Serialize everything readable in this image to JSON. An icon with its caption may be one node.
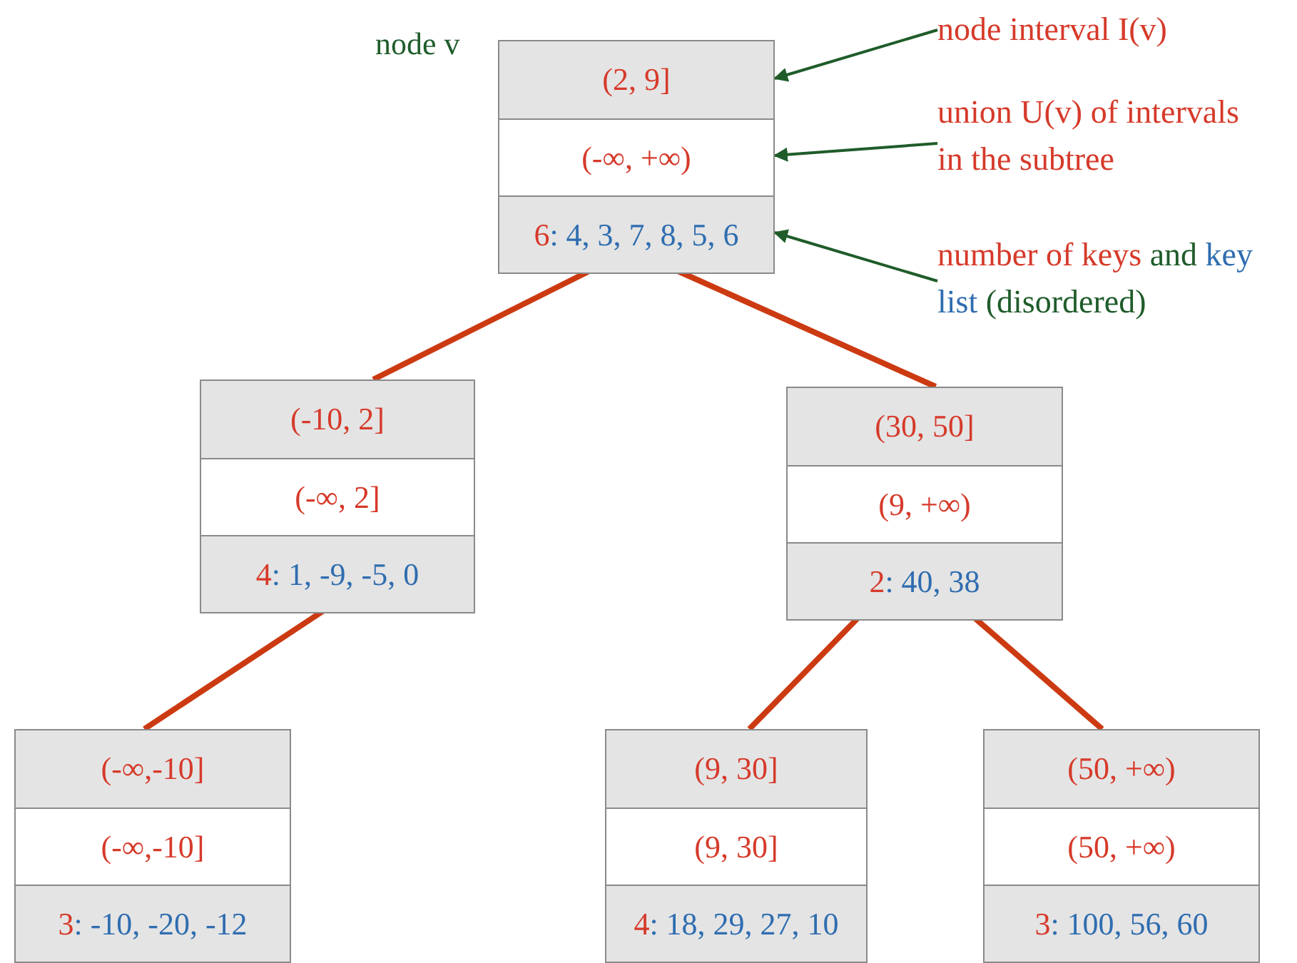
{
  "diagram": {
    "nodes": [
      {
        "text": [],
        "shape": "box",
        "beside": [
          "node v"
        ]
      },
      {
        "text": [
          "(2, 9]"
        ],
        "in": 0
      },
      {
        "text": [
          "(-∞, +∞)"
        ],
        "in": 0
      },
      {
        "text": [
          "6: 4, 3, 7, 8, 5, 6"
        ],
        "in": 0
      },
      {
        "text": [
          "node interval I(v)"
        ]
      },
      {
        "text": [
          "union U(v) of intervals in the subtree"
        ]
      },
      {
        "text": [
          "number of keys",
          "and",
          "key list",
          "(disordered)"
        ]
      },
      {
        "text": [],
        "shape": "box"
      },
      {
        "text": [
          "(-10, 2]"
        ],
        "in": 7
      },
      {
        "text": [
          "(-∞, 2]"
        ],
        "in": 7
      },
      {
        "text": [
          "4: 1, -9, -5, 0"
        ],
        "in": 7
      },
      {
        "text": [],
        "shape": "box"
      },
      {
        "text": [
          "(30, 50]"
        ],
        "in": 11
      },
      {
        "text": [
          "(9, +∞)"
        ],
        "in": 11
      },
      {
        "text": [
          "2: 40, 38"
        ],
        "in": 11
      },
      {
        "text": [],
        "shape": "box"
      },
      {
        "text": [
          "(-∞,-10]"
        ],
        "in": 15
      },
      {
        "text": [
          "(-∞,-10]"
        ],
        "in": 15
      },
      {
        "text": [
          "3: -10, -20, -12"
        ],
        "in": 15
      },
      {
        "text": [],
        "shape": "box"
      },
      {
        "text": [
          "(9, 30]"
        ],
        "in": 19
      },
      {
        "text": [
          "(9, 30]"
        ],
        "in": 19
      },
      {
        "text": [
          "4: 18, 29, 27, 10"
        ],
        "in": 19
      },
      {
        "text": [],
        "shape": "box"
      },
      {
        "text": [
          "(50, +∞)"
        ],
        "in": 23
      },
      {
        "text": [
          "(50, +∞)"
        ],
        "in": 23
      },
      {
        "text": [
          "3: 100, 56, 60"
        ],
        "in": 23
      }
    ],
    "edges": [
      {
        "from": 4,
        "to": 1,
        "arrow": "to",
        "color": "#1f5c2a"
      },
      {
        "from": 5,
        "to": 2,
        "arrow": "to",
        "color": "#1f5c2a"
      },
      {
        "from": 6,
        "to": 3,
        "arrow": "to",
        "color": "#1f5c2a"
      },
      {
        "from": 0,
        "to": 7,
        "arrow": "none"
      },
      {
        "from": 0,
        "to": 11,
        "arrow": "none"
      },
      {
        "from": 7,
        "to": 15,
        "arrow": "none"
      },
      {
        "from": 11,
        "to": 19,
        "arrow": "none"
      },
      {
        "from": 11,
        "to": 23,
        "arrow": "none"
      }
    ]
  }
}
